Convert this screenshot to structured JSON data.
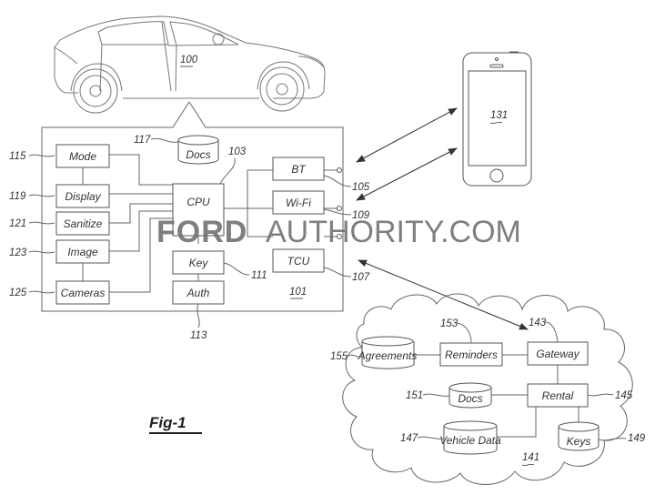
{
  "figure": {
    "label": "Fig-1"
  },
  "watermark": {
    "part1": "FORD",
    "part2": "AUTHORITY.COM"
  },
  "vehicle": {
    "ref": "100"
  },
  "vehicle_system": {
    "ref": "101",
    "blocks": {
      "mode": {
        "label": "Mode",
        "ref": "115"
      },
      "display": {
        "label": "Display",
        "ref": "119"
      },
      "sanitize": {
        "label": "Sanitize",
        "ref": "121"
      },
      "image": {
        "label": "Image",
        "ref": "123"
      },
      "cameras": {
        "label": "Cameras",
        "ref": "125"
      },
      "docs": {
        "label": "Docs",
        "ref": "117"
      },
      "cpu": {
        "label": "CPU",
        "ref": "103"
      },
      "key": {
        "label": "Key",
        "ref": "111"
      },
      "auth": {
        "label": "Auth",
        "ref": "113"
      },
      "bt": {
        "label": "BT",
        "ref": "105"
      },
      "wifi": {
        "label": "Wi-Fi",
        "ref": "109"
      },
      "tcu": {
        "label": "TCU",
        "ref": "107"
      }
    }
  },
  "mobile_device": {
    "ref": "131"
  },
  "cloud": {
    "ref": "141",
    "blocks": {
      "agreements": {
        "label": "Agreements",
        "ref": "155"
      },
      "reminders": {
        "label": "Reminders",
        "ref": "153"
      },
      "gateway": {
        "label": "Gateway",
        "ref": "143"
      },
      "docs": {
        "label": "Docs",
        "ref": "151"
      },
      "rental": {
        "label": "Rental",
        "ref": "145"
      },
      "vehicle_data": {
        "label": "Vehicle Data",
        "ref": "147"
      },
      "keys": {
        "label": "Keys",
        "ref": "149"
      }
    }
  }
}
